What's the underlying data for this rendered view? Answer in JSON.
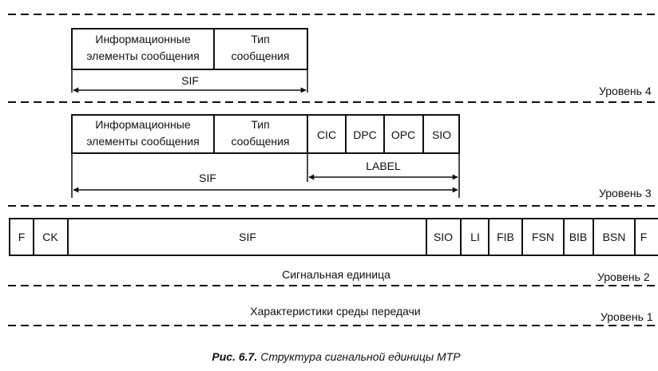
{
  "level4": {
    "info_line1": "Информационные",
    "info_line2": "элементы сообщения",
    "type_line1": "Тип",
    "type_line2": "сообщения",
    "sif": "SIF",
    "level_label": "Уровень 4"
  },
  "level3": {
    "info_line1": "Информационные",
    "info_line2": "элементы сообщения",
    "type_line1": "Тип",
    "type_line2": "сообщения",
    "label_fields": [
      "CIC",
      "DPC",
      "OPC",
      "SIO"
    ],
    "label": "LABEL",
    "sif": "SIF",
    "level_label": "Уровень 3"
  },
  "level2": {
    "fields": [
      "F",
      "CK",
      "SIF",
      "SIO",
      "LI",
      "FIB",
      "FSN",
      "BIB",
      "BSN",
      "F"
    ],
    "caption": "Сигнальная единица",
    "level_label": "Уровень 2"
  },
  "level1": {
    "caption": "Характеристики среды передачи",
    "level_label": "Уровень 1"
  },
  "figure": {
    "number": "Рис. 6.7.",
    "title": "Структура сигнальной единицы МТР"
  }
}
